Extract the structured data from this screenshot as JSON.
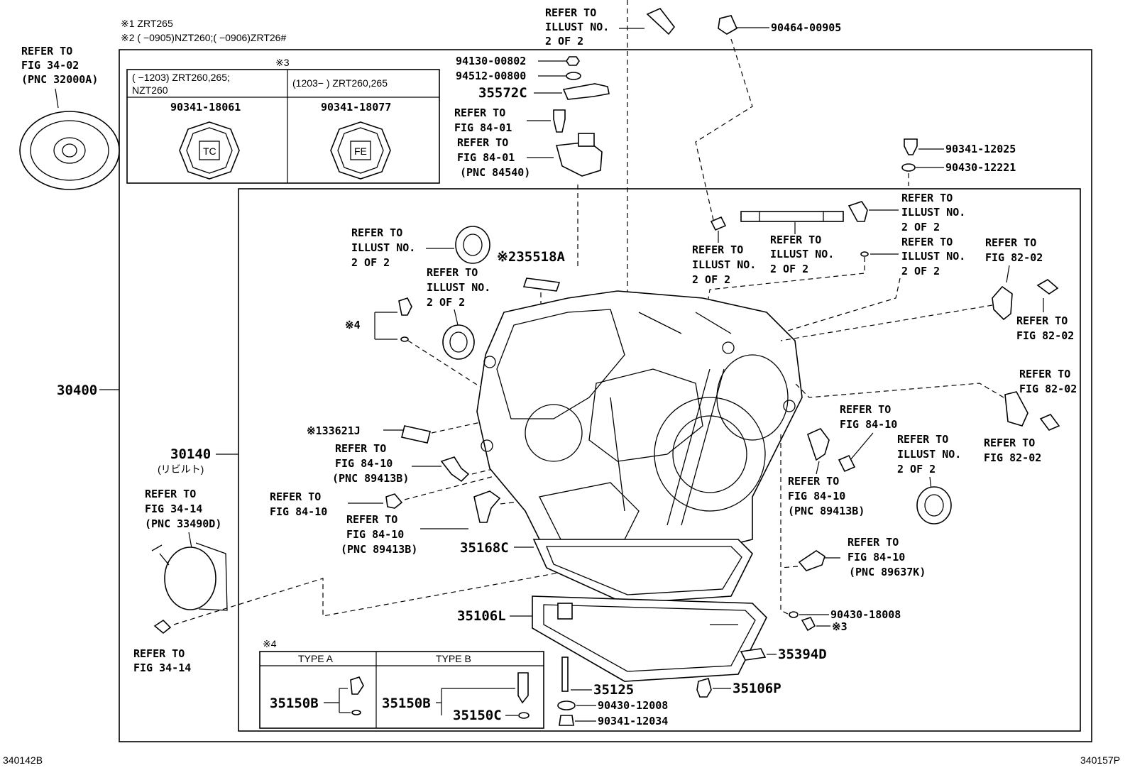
{
  "notes": {
    "n1": "※1 ZRT265",
    "n2": "※2 (      −0905)NZT260;(      −0906)ZRT26#",
    "n3": "※3",
    "n4": "※4"
  },
  "drain_plug_table": {
    "left_header_1": "(       −1203) ZRT260,265;",
    "left_header_2": "NZT260",
    "right_header": "(1203−        ) ZRT260,265",
    "left_part": "90341-18061",
    "right_part": "90341-18077",
    "left_mark": "TC",
    "right_mark": "FE"
  },
  "type_table": {
    "type_a": "TYPE A",
    "type_b": "TYPE B",
    "a_part": "35150B",
    "b_part": "35150B",
    "b_sub": "35150C"
  },
  "refs": {
    "torque_converter": [
      "REFER TO",
      "FIG 34-02",
      "(PNC 32000A)"
    ],
    "top_illust": [
      "REFER TO",
      "ILLUST NO.",
      "2 OF 2"
    ],
    "sensor_fig1": [
      "REFER TO",
      "FIG 84-01"
    ],
    "sensor_fig2": [
      "REFER TO",
      "FIG 84-01",
      "(PNC 84540)"
    ],
    "seal_illust": [
      "REFER TO",
      "ILLUST NO.",
      "2 OF 2"
    ],
    "seal2_illust": [
      "REFER TO",
      "ILLUST NO.",
      "2 OF 2"
    ],
    "shaft_left": [
      "REFER TO",
      "ILLUST NO.",
      "2 OF 2"
    ],
    "shaft_mid": [
      "REFER TO",
      "ILLUST NO.",
      "2 OF 2"
    ],
    "shaft_right1": [
      "REFER TO",
      "ILLUST NO.",
      "2 OF 2"
    ],
    "shaft_right2": [
      "REFER TO",
      "ILLUST NO.",
      "2 OF 2"
    ],
    "fig82_a": [
      "REFER TO",
      "FIG 82-02"
    ],
    "fig82_b": [
      "REFER TO",
      "FIG 82-02"
    ],
    "fig82_c": [
      "REFER TO",
      "FIG 82-02"
    ],
    "fig82_d": [
      "REFER TO",
      "FIG 82-02"
    ],
    "sensor_84_10_a": [
      "REFER TO",
      "FIG 84-10",
      "(PNC 89413B)"
    ],
    "bolt_84_10": [
      "REFER TO",
      "FIG 84-10"
    ],
    "sensor_84_10_b": [
      "REFER TO",
      "FIG 84-10",
      "(PNC 89413B)"
    ],
    "right_84_10_top": [
      "REFER TO",
      "FIG 84-10"
    ],
    "right_84_10_bottom": [
      "REFER TO",
      "FIG 84-10",
      "(PNC 89413B)"
    ],
    "right_seal_illust": [
      "REFER TO",
      "ILLUST NO.",
      "2 OF 2"
    ],
    "switch_84_10": [
      "REFER TO",
      "FIG 84-10",
      "(PNC 89637K)"
    ],
    "cooler_34_14": [
      "REFER TO",
      "FIG 34-14",
      "(PNC 33490D)"
    ],
    "bolt_34_14": [
      "REFER TO",
      "FIG 34-14"
    ]
  },
  "parts": {
    "p30400": "30400",
    "p30140": "30140",
    "p30140_sub": "(リビルト)",
    "p94130": "94130-00802",
    "p94512": "94512-00800",
    "p35572c": "35572C",
    "p90464": "90464-00905",
    "p90341_12025": "90341-12025",
    "p90430_12221": "90430-12221",
    "p35518a": "※235518A",
    "p33621j": "※133621J",
    "p_marker4": "※4",
    "p35168c": "35168C",
    "p35106l": "35106L",
    "p90430_18008": "90430-18008",
    "p_marker3": "※3",
    "p35394d": "35394D",
    "p35125": "35125",
    "p90430_12008": "90430-12008",
    "p90341_12034": "90341-12034",
    "p35106p": "35106P"
  },
  "footer": {
    "left_code": "340142B",
    "right_code": "340157P"
  }
}
